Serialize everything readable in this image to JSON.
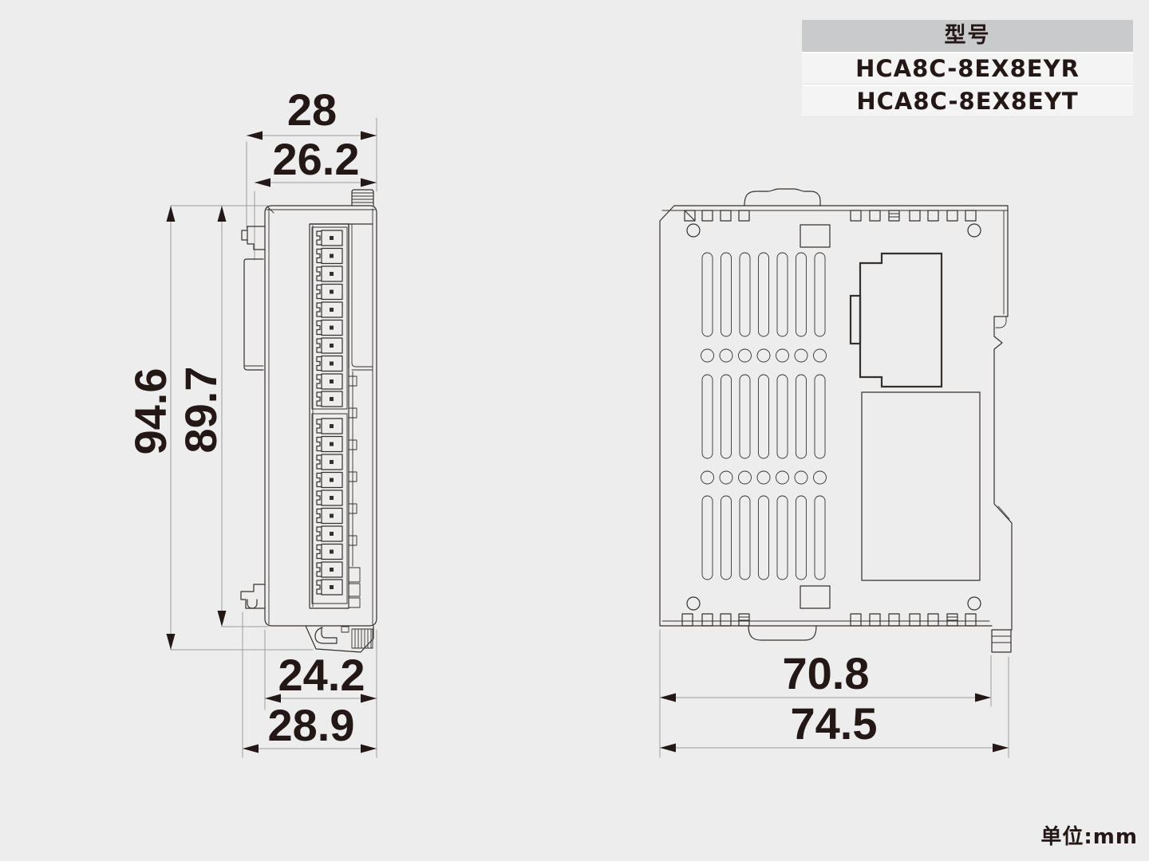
{
  "page": {
    "background_color": "#ededee",
    "unit_note": "单位:mm"
  },
  "model_table": {
    "header": "型号",
    "models": [
      "HCA8C-8EX8EYR",
      "HCA8C-8EX8EYT"
    ]
  },
  "views": {
    "front_view": {
      "description": "module front profile with terminal blocks and DIN clips",
      "dims": {
        "width_top": "28",
        "width_top_inner": "26.2",
        "height_full": "94.6",
        "height_body": "89.7",
        "width_bottom_body": "24.2",
        "width_bottom_full": "28.9"
      }
    },
    "side_view": {
      "description": "module side panel with vent slots, expansion connector and DIN rail profile",
      "dims": {
        "width_body": "70.8",
        "width_full": "74.5"
      }
    }
  },
  "colors": {
    "outline": "#35302c",
    "dimension_line": "#9d9d9d",
    "text": "#231815",
    "table_header_bg": "#c9cacb",
    "table_row_bg": "#f4f4f5"
  }
}
